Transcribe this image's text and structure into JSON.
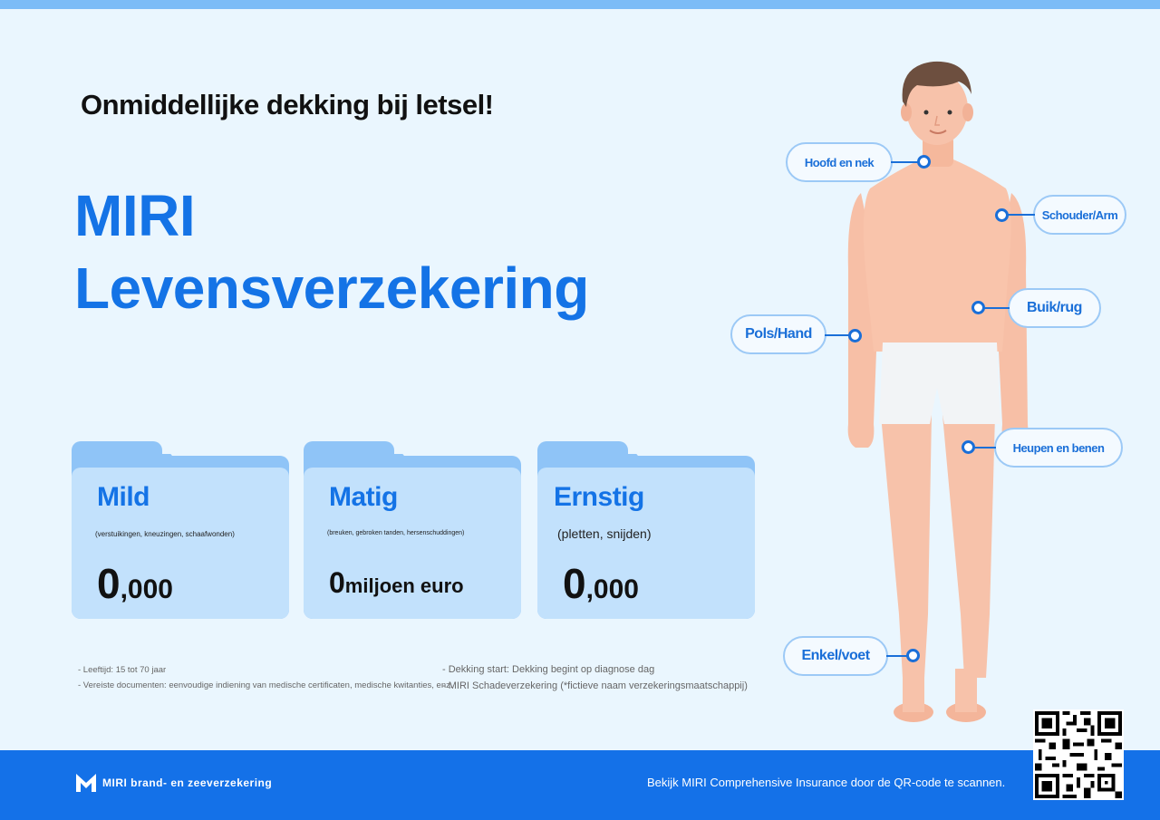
{
  "headline": "Onmiddellijke dekking bij letsel!",
  "title": {
    "line1": "MIRI",
    "line2": "Levensverzekering"
  },
  "cards": [
    {
      "title": "Mild",
      "sub": "(verstuikingen, kneuzingen, schaafwonden)",
      "amount_big": "0",
      "amount_small": ",000"
    },
    {
      "title": "Matig",
      "sub": "(breuken, gebroken tanden, hersenschuddingen)",
      "amount_big": "0",
      "amount_small": "miljoen euro"
    },
    {
      "title": "Ernstig",
      "sub": "(pletten, snijden)",
      "amount_big": "0",
      "amount_small": ",000"
    }
  ],
  "notes": {
    "left": [
      "- Leeftijd: 15 tot 70 jaar",
      "- Vereiste documenten: eenvoudige indiening van medische certificaten, medische kwitanties, enz."
    ],
    "right": [
      "- Dekking start: Dekking begint op diagnose dag",
      "- MIRI Schadeverzekering (*fictieve naam verzekeringsmaatschappij)"
    ]
  },
  "body_labels": {
    "head_neck": "Hoofd en nek",
    "shoulder_arm": "Schouder/Arm",
    "belly_back": "Buik/rug",
    "wrist_hand": "Pols/Hand",
    "hips_legs": "Heupen en benen",
    "ankle_foot": "Enkel/voet"
  },
  "footer": {
    "logo_text": "MIRI brand- en zeeverzekering",
    "qr_text": "Bekijk MIRI Comprehensive Insurance door de QR-code te scannen."
  },
  "colors": {
    "accent": "#1473e6",
    "card_front": "#c2e1fc",
    "card_back": "#8fc4f7",
    "footer": "#1471e8",
    "background": "#eaf6fe"
  }
}
